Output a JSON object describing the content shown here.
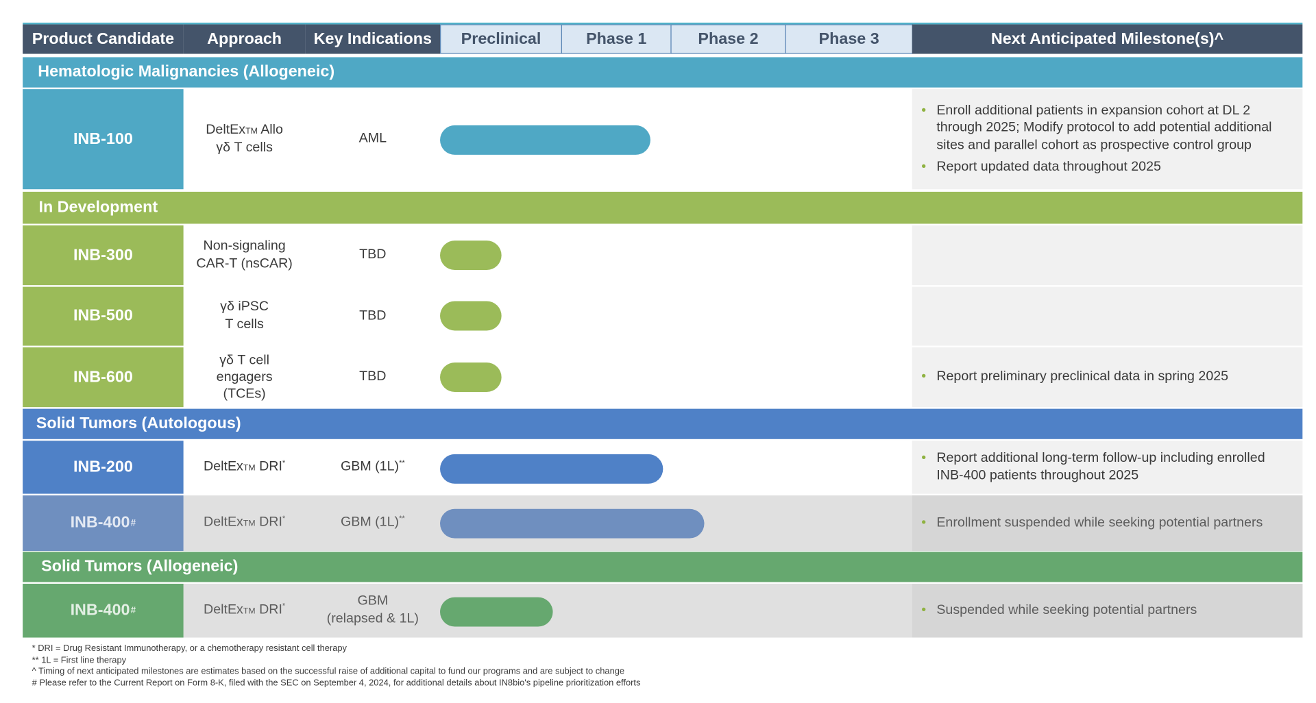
{
  "header": {
    "product_candidate": "Product Candidate",
    "approach": "Approach",
    "key_indications": "Key Indications",
    "preclinical": "Preclinical",
    "phase1": "Phase 1",
    "phase2": "Phase 2",
    "phase3": "Phase 3",
    "milestones": "Next Anticipated Milestone(s)^"
  },
  "sections": {
    "heme": "Hematologic Malignancies (Allogeneic)",
    "dev": "In Development",
    "solid_auto": "Solid Tumors (Autologous)",
    "solid_allo": "Solid Tumors (Allogeneic)"
  },
  "rows": {
    "inb100": {
      "name": "INB-100",
      "approach_1": "DeltEx",
      "approach_tm": "TM",
      "approach_1b": " Allo",
      "approach_2": "γδ T cells",
      "indication": "AML",
      "progress_label": "Phase 1",
      "milestones": [
        "Enroll additional patients in expansion cohort at DL 2 through 2025; Modify protocol to add potential additional sites and parallel cohort as prospective control group",
        "Report updated data throughout 2025"
      ]
    },
    "inb300": {
      "name": "INB-300",
      "approach_1": "Non-signaling",
      "approach_2": "CAR-T (nsCAR)",
      "indication": "TBD",
      "progress_label": "Preclinical"
    },
    "inb500": {
      "name": "INB-500",
      "approach_1": "γδ iPSC",
      "approach_2": "T cells",
      "indication": "TBD",
      "progress_label": "Preclinical"
    },
    "inb600": {
      "name": "INB-600",
      "approach_1": "γδ T cell",
      "approach_2": "engagers",
      "approach_3": "(TCEs)",
      "indication": "TBD",
      "progress_label": "Preclinical",
      "milestones": [
        "Report preliminary preclinical data in spring 2025"
      ]
    },
    "inb200": {
      "name": "INB-200",
      "approach_1": "DeltEx",
      "approach_tm": "TM",
      "approach_1b": " DRI",
      "approach_sup": "*",
      "indication": "GBM (1L)",
      "indication_sup": "**",
      "progress_label": "Phase 1",
      "milestones": [
        "Report additional long-term follow-up including enrolled INB-400 patients throughout 2025"
      ]
    },
    "inb400a": {
      "name": "INB-400",
      "name_sup": "#",
      "approach_1": "DeltEx",
      "approach_tm": "TM",
      "approach_1b": " DRI",
      "approach_sup": "*",
      "indication": "GBM (1L)",
      "indication_sup": "**",
      "progress_label": "Phase 1",
      "milestones": [
        "Enrollment suspended while seeking potential partners"
      ]
    },
    "inb400b": {
      "name": "INB-400",
      "name_sup": "#",
      "approach_1": "DeltEx",
      "approach_tm": "TM",
      "approach_1b": " DRI",
      "approach_sup": "*",
      "indication_1": "GBM",
      "indication_2": "(relapsed & 1L)",
      "progress_label": "Preclinical",
      "milestones": [
        "Suspended while seeking potential partners"
      ]
    }
  },
  "footnotes": {
    "f1": "*  DRI = Drug Resistant Immunotherapy, or a chemotherapy resistant cell therapy",
    "f2": "** 1L = First line therapy",
    "f3": "^ Timing of next anticipated milestones are estimates based on the successful raise of additional capital to fund our programs and are subject to change",
    "f4": "# Please refer to the Current Report on Form 8-K, filed with the SEC on September 4, 2024, for additional details about IN8bio's pipeline prioritization efforts"
  },
  "colors": {
    "header_dark": "#44546a",
    "header_light": "#dbe7f3",
    "heme_teal": "#4fa8c5",
    "dev_green": "#9bbb59",
    "solid_auto_blue": "#4f81c7",
    "inb400_blue": "#6f8fbf",
    "solid_allo_green": "#66a86f",
    "bullet_green": "#8fb241"
  }
}
